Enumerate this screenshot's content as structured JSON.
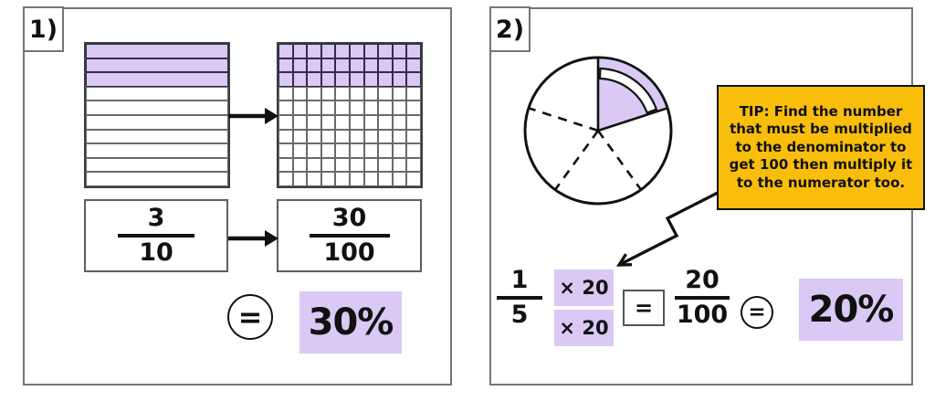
{
  "panel1": {
    "label": "1)",
    "bar_model": {
      "rows": 10,
      "cols": 1,
      "shaded_rows": 3
    },
    "grid_model": {
      "rows": 10,
      "cols": 10,
      "shaded_rows": 3
    },
    "fraction_tenths": {
      "numerator": "3",
      "denominator": "10"
    },
    "fraction_hundredths": {
      "numerator": "30",
      "denominator": "100"
    },
    "equals_symbol": "=",
    "result": "30%"
  },
  "panel2": {
    "label": "2)",
    "pie_model": {
      "slices": 5,
      "shaded_slices": 1
    },
    "tip_text": "TIP: Find the number that must be multiplied to the denominator to get 100 then multiply it to the numerator too.",
    "fraction_fifths": {
      "numerator": "1",
      "denominator": "5"
    },
    "multiplier_numerator": "× 20",
    "multiplier_denominator": "× 20",
    "equals_box_symbol": "=",
    "fraction_hundredths": {
      "numerator": "20",
      "denominator": "100"
    },
    "equals_symbol": "=",
    "result": "20%"
  },
  "colors": {
    "shade_purple": "#d9c9f4",
    "tip_gold": "#f9be0b",
    "line_black": "#111111"
  }
}
